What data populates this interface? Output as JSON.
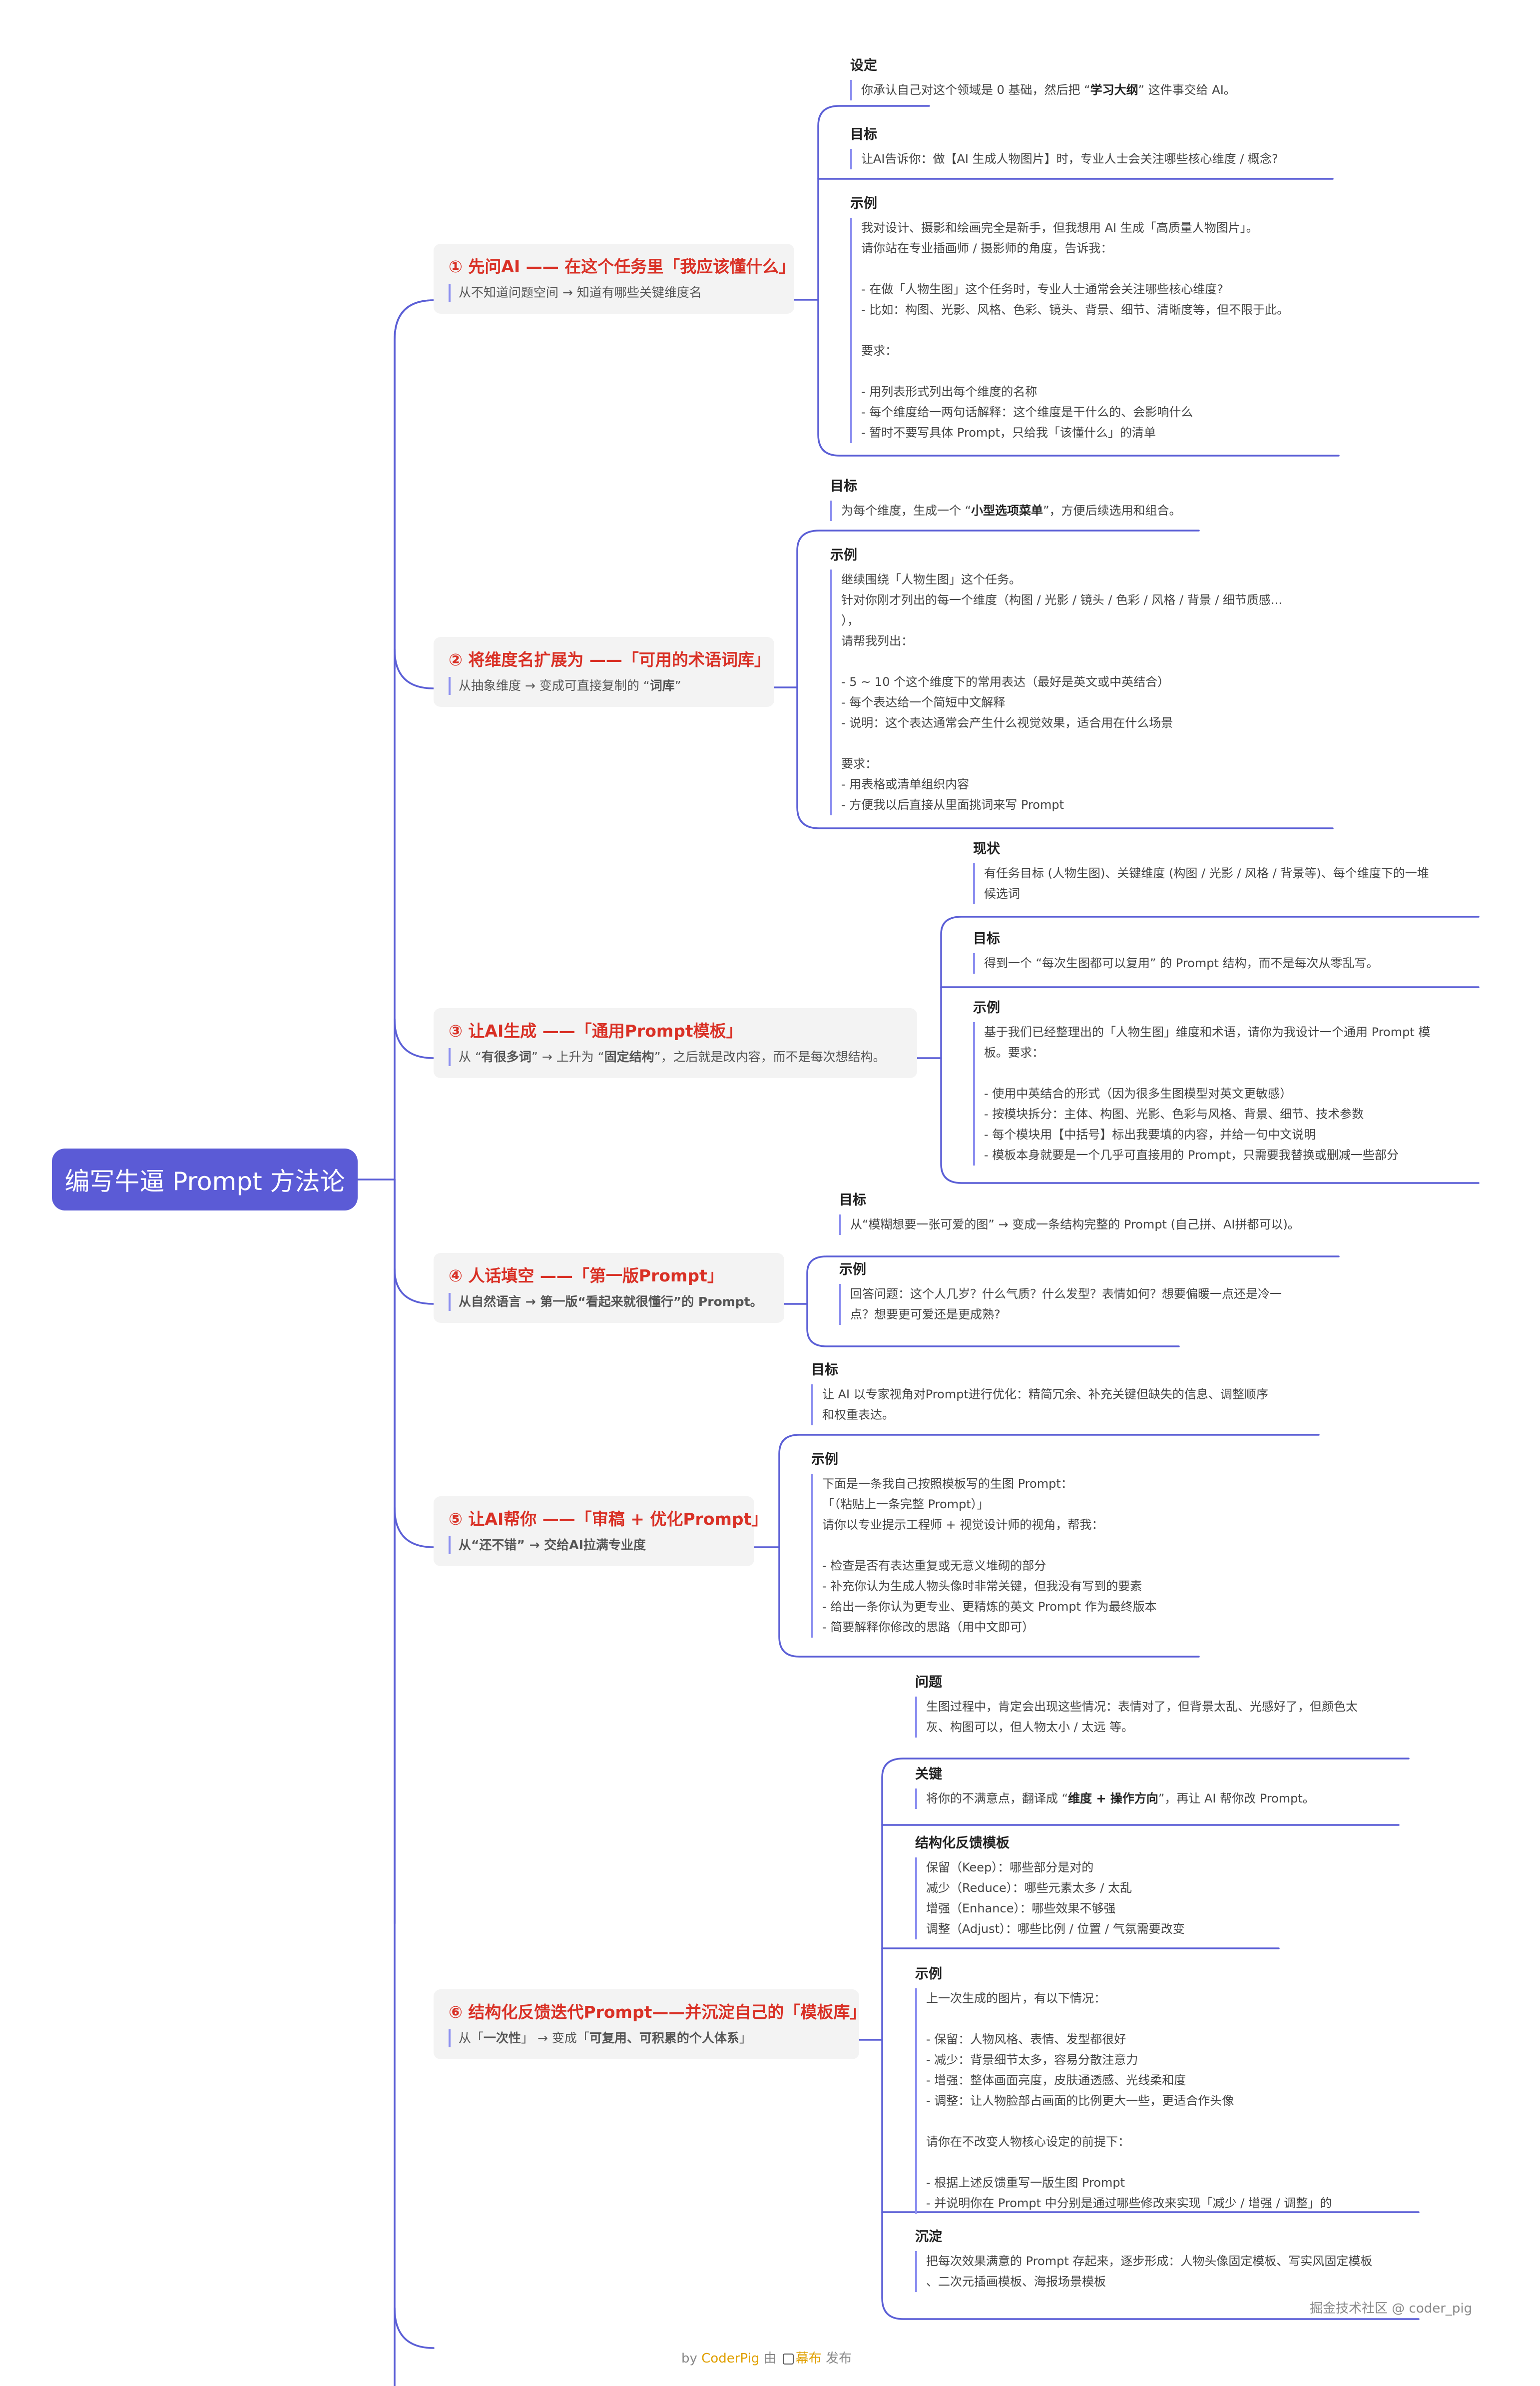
{
  "root": {
    "title": "编写牛逼 Prompt 方法论"
  },
  "branches": [
    {
      "title": "① 先问AI —— 在这个任务里「我应该懂什么」",
      "subtitle": "从不知道问题空间 → 知道有哪些关键维度名",
      "leaves": [
        {
          "title": "设定",
          "body": "你承认自己对这个领域是 0 基础，然后把 “学习大纲” 这件事交给 AI。"
        },
        {
          "title": "目标",
          "body": "让AI告诉你：做【AI 生成人物图片】时，专业人士会关注哪些核心维度 / 概念?"
        },
        {
          "title": "示例",
          "body": "我对设计、摄影和绘画完全是新手，但我想用 AI 生成「高质量人物图片」。\n请你站在专业插画师 / 摄影师的角度，告诉我：\n\n- 在做「人物生图」这个任务时，专业人士通常会关注哪些核心维度?\n- 比如：构图、光影、风格、色彩、镜头、背景、细节、清晰度等，但不限于此。\n\n要求：\n\n- 用列表形式列出每个维度的名称\n- 每个维度给一两句话解释：这个维度是干什么的、会影响什么\n- 暂时不要写具体 Prompt，只给我「该懂什么」的清单"
        }
      ]
    },
    {
      "title": "② 将维度名扩展为 ——「可用的术语词库」",
      "subtitle": "从抽象维度 → 变成可直接复制的 “词库”",
      "leaves": [
        {
          "title": "目标",
          "body": "为每个维度，生成一个 “小型选项菜单”，方便后续选用和组合。"
        },
        {
          "title": "示例",
          "body": "继续围绕「人物生图」这个任务。\n针对你刚才列出的每一个维度（构图 / 光影 / 镜头 / 色彩 / 风格 / 背景 / 细节质感...\n），\n请帮我列出：\n\n- 5 ~ 10 个这个维度下的常用表达（最好是英文或中英结合）\n- 每个表达给一个简短中文解释\n- 说明：这个表达通常会产生什么视觉效果，适合用在什么场景\n\n要求：\n- 用表格或清单组织内容\n- 方便我以后直接从里面挑词来写 Prompt"
        }
      ]
    },
    {
      "title": "③ 让AI生成 ——「通用Prompt模板」",
      "subtitle": "从 “有很多词” → 上升为 “固定结构”，之后就是改内容，而不是每次想结构。",
      "leaves": [
        {
          "title": "现状",
          "body": "有任务目标 (人物生图)、关键维度 (构图 / 光影 / 风格 / 背景等)、每个维度下的一堆\n候选词"
        },
        {
          "title": "目标",
          "body": "得到一个 “每次生图都可以复用” 的 Prompt 结构，而不是每次从零乱写。"
        },
        {
          "title": "示例",
          "body": "基于我们已经整理出的「人物生图」维度和术语，请你为我设计一个通用 Prompt 模\n板。要求：\n\n- 使用中英结合的形式（因为很多生图模型对英文更敏感）\n- 按模块拆分：主体、构图、光影、色彩与风格、背景、细节、技术参数\n- 每个模块用【中括号】标出我要填的内容，并给一句中文说明\n- 模板本身就要是一个几乎可直接用的 Prompt，只需要我替换或删减一些部分"
        }
      ]
    },
    {
      "title": "④ 人话填空 ——「第一版Prompt」",
      "subtitle": "从自然语言 → 第一版“看起来就很懂行”的 Prompt。",
      "leaves": [
        {
          "title": "目标",
          "body": "从“模糊想要一张可爱的图” → 变成一条结构完整的 Prompt (自己拼、AI拼都可以)。"
        },
        {
          "title": "示例",
          "body": "回答问题：这个人几岁？什么气质？什么发型？表情如何？想要偏暖一点还是冷一\n点？想要更可爱还是更成熟?"
        }
      ]
    },
    {
      "title": "⑤ 让AI帮你 ——「审稿 + 优化Prompt」",
      "subtitle": "从“还不错” → 交给AI拉满专业度",
      "leaves": [
        {
          "title": "目标",
          "body": "让 AI 以专家视角对Prompt进行优化：精简冗余、补充关键但缺失的信息、调整顺序\n和权重表达。"
        },
        {
          "title": "示例",
          "body": "下面是一条我自己按照模板写的生图 Prompt：\n「（粘贴上一条完整 Prompt）」\n请你以专业提示工程师 + 视觉设计师的视角，帮我：\n\n- 检查是否有表达重复或无意义堆砌的部分\n- 补充你认为生成人物头像时非常关键，但我没有写到的要素\n- 给出一条你认为更专业、更精炼的英文 Prompt 作为最终版本\n- 简要解释你修改的思路（用中文即可）"
        }
      ]
    },
    {
      "title": "⑥ 结构化反馈迭代Prompt——并沉淀自己的「模板库」",
      "subtitle": "从「一次性」 → 变成「可复用、可积累的个人体系」",
      "leaves": [
        {
          "title": "问题",
          "body": "生图过程中，肯定会出现这些情况：表情对了，但背景太乱、光感好了，但颜色太\n灰、构图可以，但人物太小 / 太远 等。"
        },
        {
          "title": "关键",
          "body": "将你的不满意点，翻译成 “维度 + 操作方向”，再让 AI 帮你改 Prompt。"
        },
        {
          "title": "结构化反馈模板",
          "body": "保留（Keep）：哪些部分是对的\n减少（Reduce）：哪些元素太多 / 太乱\n增强（Enhance）：哪些效果不够强\n调整（Adjust）：哪些比例 / 位置 / 气氛需要改变"
        },
        {
          "title": "示例",
          "body": "上一次生成的图片，有以下情况：\n\n- 保留：人物风格、表情、发型都很好\n- 减少：背景细节太多，容易分散注意力\n- 增强：整体画面亮度，皮肤通透感、光线柔和度\n- 调整：让人物脸部占画面的比例更大一些，更适合作头像\n\n请你在不改变人物核心设定的前提下：\n\n- 根据上述反馈重写一版生图 Prompt\n- 并说明你在 Prompt 中分别是通过哪些修改来实现「减少 / 增强 / 调整」的"
        },
        {
          "title": "沉淀",
          "body": "把每次效果满意的 Prompt 存起来，逐步形成：人物头像固定模板、写实风固定模板\n、二次元插画模板、海报场景模板"
        }
      ]
    }
  ],
  "footer": {
    "prefix": "by",
    "brand": "CoderPig",
    "middle": "由",
    "platform": "幕布",
    "suffix": "发布"
  },
  "watermark": "掘金技术社区 @ coder_pig",
  "colors": {
    "accent": "#5b5bd6",
    "branch_title": "#d93025",
    "connector": "#5b5fd6",
    "brand": "#e0a000"
  }
}
